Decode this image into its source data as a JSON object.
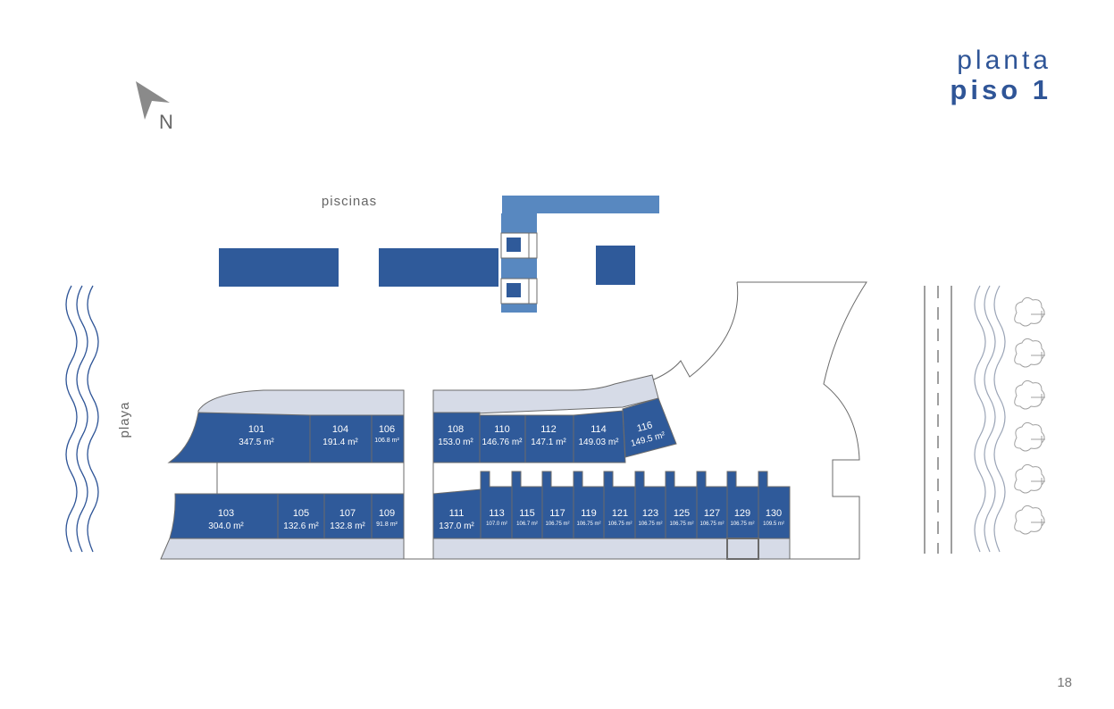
{
  "header": {
    "title_line1": "planta",
    "title_line2": "piso 1"
  },
  "page_number": "18",
  "compass": {
    "label": "N",
    "icon": "north-arrow-icon"
  },
  "labels": {
    "pools": "piscinas",
    "beach": "playa"
  },
  "colors": {
    "unit": "#2f5a9a",
    "pool": "#5888c0",
    "terrace": "#d6dbe7",
    "outline": "#6b6b6b",
    "water": "#2f5597"
  },
  "units": [
    {
      "id": "101",
      "area": "347.5 m²"
    },
    {
      "id": "104",
      "area": "191.4 m²"
    },
    {
      "id": "106",
      "area": "106.8 m²"
    },
    {
      "id": "108",
      "area": "153.0 m²"
    },
    {
      "id": "110",
      "area": "146.76 m²"
    },
    {
      "id": "112",
      "area": "147.1 m²"
    },
    {
      "id": "114",
      "area": "149.03 m²"
    },
    {
      "id": "116",
      "area": "149.5 m²"
    },
    {
      "id": "103",
      "area": "304.0 m²"
    },
    {
      "id": "105",
      "area": "132.6 m²"
    },
    {
      "id": "107",
      "area": "132.8 m²"
    },
    {
      "id": "109",
      "area": "91.8 m²"
    },
    {
      "id": "111",
      "area": "137.0 m²"
    },
    {
      "id": "113",
      "area": "107.0 m²"
    },
    {
      "id": "115",
      "area": "106.7 m²"
    },
    {
      "id": "117",
      "area": "106.75 m²"
    },
    {
      "id": "119",
      "area": "106.75 m²"
    },
    {
      "id": "121",
      "area": "106.75 m²"
    },
    {
      "id": "123",
      "area": "106.75 m²"
    },
    {
      "id": "125",
      "area": "106.75 m²"
    },
    {
      "id": "127",
      "area": "106.75 m²"
    },
    {
      "id": "129",
      "area": "106.75 m²"
    },
    {
      "id": "130",
      "area": "109.5 m²"
    }
  ]
}
